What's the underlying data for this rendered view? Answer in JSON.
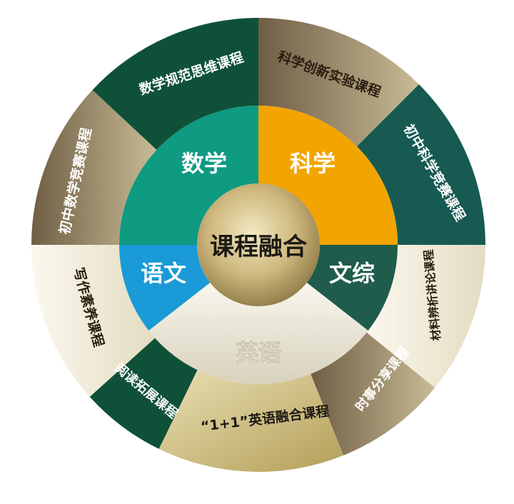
{
  "center": {
    "label": "课程融合"
  },
  "inner_ring": [
    {
      "id": "math",
      "label": "数学",
      "color": "#0f9a82"
    },
    {
      "id": "science",
      "label": "科学",
      "color": "#f2a400"
    },
    {
      "id": "social",
      "label": "文综",
      "color": "#1f5c4b"
    },
    {
      "id": "english",
      "label": "英语",
      "color": "#e6e2d3"
    },
    {
      "id": "chinese",
      "label": "语文",
      "color": "#1a9ad6"
    }
  ],
  "outer_ring": [
    {
      "id": "math-thinking",
      "label": "数学规范思维课程",
      "color": "#0e5138"
    },
    {
      "id": "science-innovation",
      "label": "科学创新实验课程",
      "color": "#b9ad86"
    },
    {
      "id": "science-contest",
      "label": "初中科学竞赛课程",
      "color": "#165a52"
    },
    {
      "id": "material-analysis",
      "label": "材料辨析讲论课程",
      "color": "#c9bd97"
    },
    {
      "id": "current-affairs",
      "label": "时事分享课程",
      "color": "#8d7a5d"
    },
    {
      "id": "english-fusion",
      "label": "“1+1”英语融合课程",
      "color": "#c8b46a"
    },
    {
      "id": "reading-expansion",
      "label": "阅读拓展课程",
      "color": "#0e5138"
    },
    {
      "id": "writing-literacy",
      "label": "写作素养课程",
      "color": "#f1ede0"
    },
    {
      "id": "math-contest",
      "label": "初中数学竞赛课程",
      "color": "#8f7d61"
    }
  ]
}
